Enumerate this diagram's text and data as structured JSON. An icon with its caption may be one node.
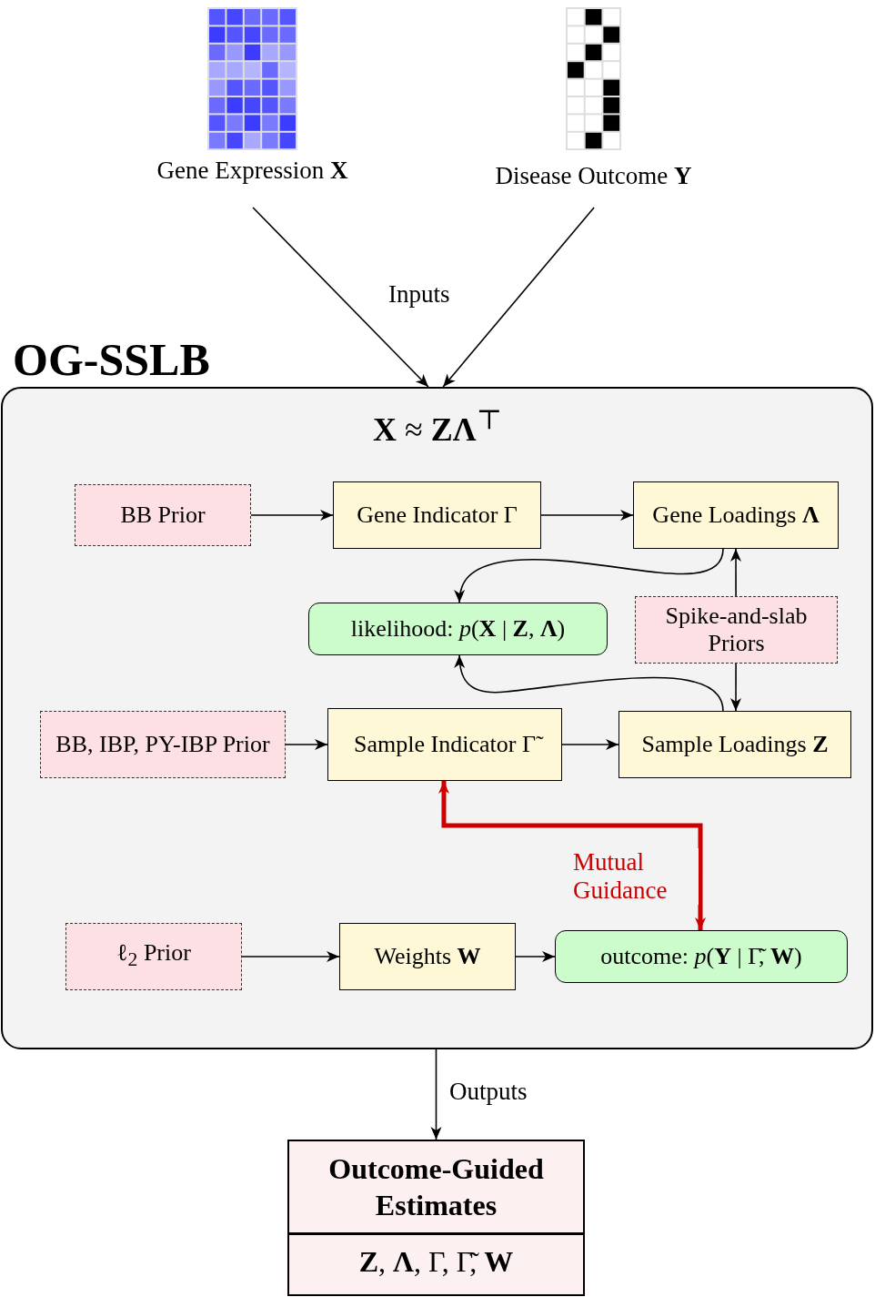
{
  "diagram": {
    "nodes": [
      {
        "text": [
          "Gene Expression **X**"
        ]
      },
      {
        "text": [
          "Disease Outcome **Y**"
        ]
      },
      {
        "text": [
          "OG-SSLB",
          "**X** ≈ **ZΛ**$^{⊤}$"
        ]
      },
      {
        "text": [
          "BB Prior"
        ],
        "in": 2
      },
      {
        "text": [
          "Gene Indicator Γ"
        ],
        "in": 2
      },
      {
        "text": [
          "Gene Loadings **Λ**"
        ],
        "in": 2
      },
      {
        "text": [
          "likelihood: *p*(**X** | **Z**, **Λ**)"
        ],
        "in": 2
      },
      {
        "text": [
          "Spike-and-slab Priors"
        ],
        "in": 2
      },
      {
        "text": [
          "BB, IBP, PY-IBP Prior"
        ],
        "in": 2
      },
      {
        "text": [
          "Sample Indicator Γ̃"
        ],
        "in": 2
      },
      {
        "text": [
          "Sample Loadings **Z**"
        ],
        "in": 2
      },
      {
        "text": [
          "ℓ$_{2}$ Prior"
        ],
        "in": 2
      },
      {
        "text": [
          "Weights **W**"
        ],
        "in": 2
      },
      {
        "text": [
          "outcome: *p*(**Y** | Γ̃, **W**)"
        ],
        "in": 2
      },
      {
        "text": [
          "Outcome-Guided Estimates",
          "**Z**, **Λ**, Γ, Γ̃, **W**"
        ]
      }
    ],
    "edges": [
      {
        "from": 0,
        "to": 2,
        "arrow": "to"
      },
      {
        "from": 1,
        "to": 2,
        "arrow": "to"
      },
      {
        "from": 3,
        "to": 4,
        "arrow": "to"
      },
      {
        "from": 4,
        "to": 5,
        "arrow": "to"
      },
      {
        "from": 5,
        "to": 6,
        "arrow": "to"
      },
      {
        "from": 7,
        "to": 5,
        "arrow": "to"
      },
      {
        "from": 7,
        "to": 10,
        "arrow": "to"
      },
      {
        "from": 10,
        "to": 6,
        "arrow": "to"
      },
      {
        "from": 8,
        "to": 9,
        "arrow": "to"
      },
      {
        "from": 9,
        "to": 10,
        "arrow": "to"
      },
      {
        "from": 9,
        "to": 13,
        "arrow": "both",
        "label": "Mutual Guidance",
        "style": "thick",
        "color": "#cc0000"
      },
      {
        "from": 11,
        "to": 12,
        "arrow": "to"
      },
      {
        "from": 12,
        "to": 13,
        "arrow": "to"
      },
      {
        "from": 2,
        "to": 14,
        "arrow": "to",
        "label": "Outputs"
      }
    ],
    "labels": [
      "Inputs"
    ]
  }
}
